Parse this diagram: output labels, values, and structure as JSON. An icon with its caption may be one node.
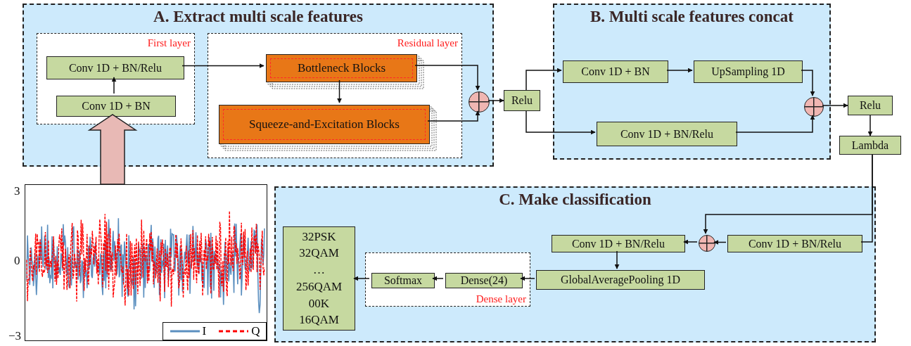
{
  "diagram": {
    "nodes": [
      {
        "text": [
          "A. Extract multi scale features"
        ]
      },
      {
        "text": [
          "First layer"
        ],
        "in": 0
      },
      {
        "text": [
          "Conv 1D + BN/Relu"
        ],
        "in": 1
      },
      {
        "text": [
          "Conv 1D + BN"
        ],
        "in": 1
      },
      {
        "text": [
          "Residual layer"
        ],
        "in": 0
      },
      {
        "text": [
          "Bottleneck Blocks"
        ],
        "in": 4
      },
      {
        "text": [
          "Squeeze-and-Excitation Blocks"
        ],
        "in": 4
      },
      {
        "text": [],
        "shape": "circle",
        "in": 0
      },
      {
        "text": [
          "Relu"
        ]
      },
      {
        "text": [
          "B. Multi scale features concat"
        ]
      },
      {
        "text": [
          "Conv 1D + BN"
        ],
        "in": 9
      },
      {
        "text": [
          "UpSampling 1D"
        ],
        "in": 9
      },
      {
        "text": [
          "Conv 1D + BN/Relu"
        ],
        "in": 9
      },
      {
        "text": [],
        "shape": "circle",
        "in": 9
      },
      {
        "text": [
          "Relu"
        ]
      },
      {
        "text": [
          "Lambda"
        ]
      },
      {
        "text": [
          "C. Make classification"
        ]
      },
      {
        "text": [
          "Conv 1D + BN/Relu"
        ],
        "in": 16
      },
      {
        "text": [],
        "shape": "circle",
        "in": 16
      },
      {
        "text": [
          "Conv 1D + BN/Relu"
        ],
        "in": 16
      },
      {
        "text": [
          "GlobalAveragePooling 1D"
        ],
        "in": 16
      },
      {
        "text": [
          "Dense layer"
        ],
        "in": 16
      },
      {
        "text": [
          "Dense(24)"
        ],
        "in": 21
      },
      {
        "text": [
          "Softmax"
        ],
        "in": 21
      },
      {
        "text": [
          "32PSK",
          "32QAM",
          "…",
          "256QAM",
          "00K",
          "16QAM"
        ],
        "in": 16
      },
      {
        "text": [],
        "shape": "picture",
        "beside": [
          "3",
          "0",
          "−3"
        ]
      }
    ],
    "edges": [
      {
        "from": 25,
        "to": 3,
        "arrow": "to",
        "style": "thick",
        "color": "#e8b9b5"
      },
      {
        "from": 2,
        "to": 5,
        "arrow": "to"
      },
      {
        "from": 3,
        "to": 2,
        "arrow": "to"
      },
      {
        "from": 5,
        "to": 6,
        "arrow": "to"
      },
      {
        "from": 5,
        "to": 7,
        "arrow": "to"
      },
      {
        "from": 6,
        "to": 7,
        "arrow": "to"
      },
      {
        "from": 7,
        "to": 8,
        "arrow": "to"
      },
      {
        "from": 8,
        "to": 10,
        "arrow": "to"
      },
      {
        "from": 8,
        "to": 12,
        "arrow": "to"
      },
      {
        "from": 10,
        "to": 11,
        "arrow": "to"
      },
      {
        "from": 11,
        "to": 13,
        "arrow": "to"
      },
      {
        "from": 12,
        "to": 13,
        "arrow": "to"
      },
      {
        "from": 13,
        "to": 14,
        "arrow": "to"
      },
      {
        "from": 14,
        "to": 15,
        "arrow": "to"
      },
      {
        "from": 15,
        "to": 17,
        "arrow": "none"
      },
      {
        "from": 15,
        "to": 18,
        "arrow": "to"
      },
      {
        "from": 17,
        "to": 18,
        "arrow": "to"
      },
      {
        "from": 18,
        "to": 19,
        "arrow": "to"
      },
      {
        "from": 19,
        "to": 20,
        "arrow": "to"
      },
      {
        "from": 20,
        "to": 22,
        "arrow": "to"
      },
      {
        "from": 22,
        "to": 23,
        "arrow": "to"
      },
      {
        "from": 23,
        "to": 24,
        "arrow": "to"
      }
    ],
    "legend": [
      {
        "text": "I"
      },
      {
        "text": "Q"
      }
    ]
  }
}
